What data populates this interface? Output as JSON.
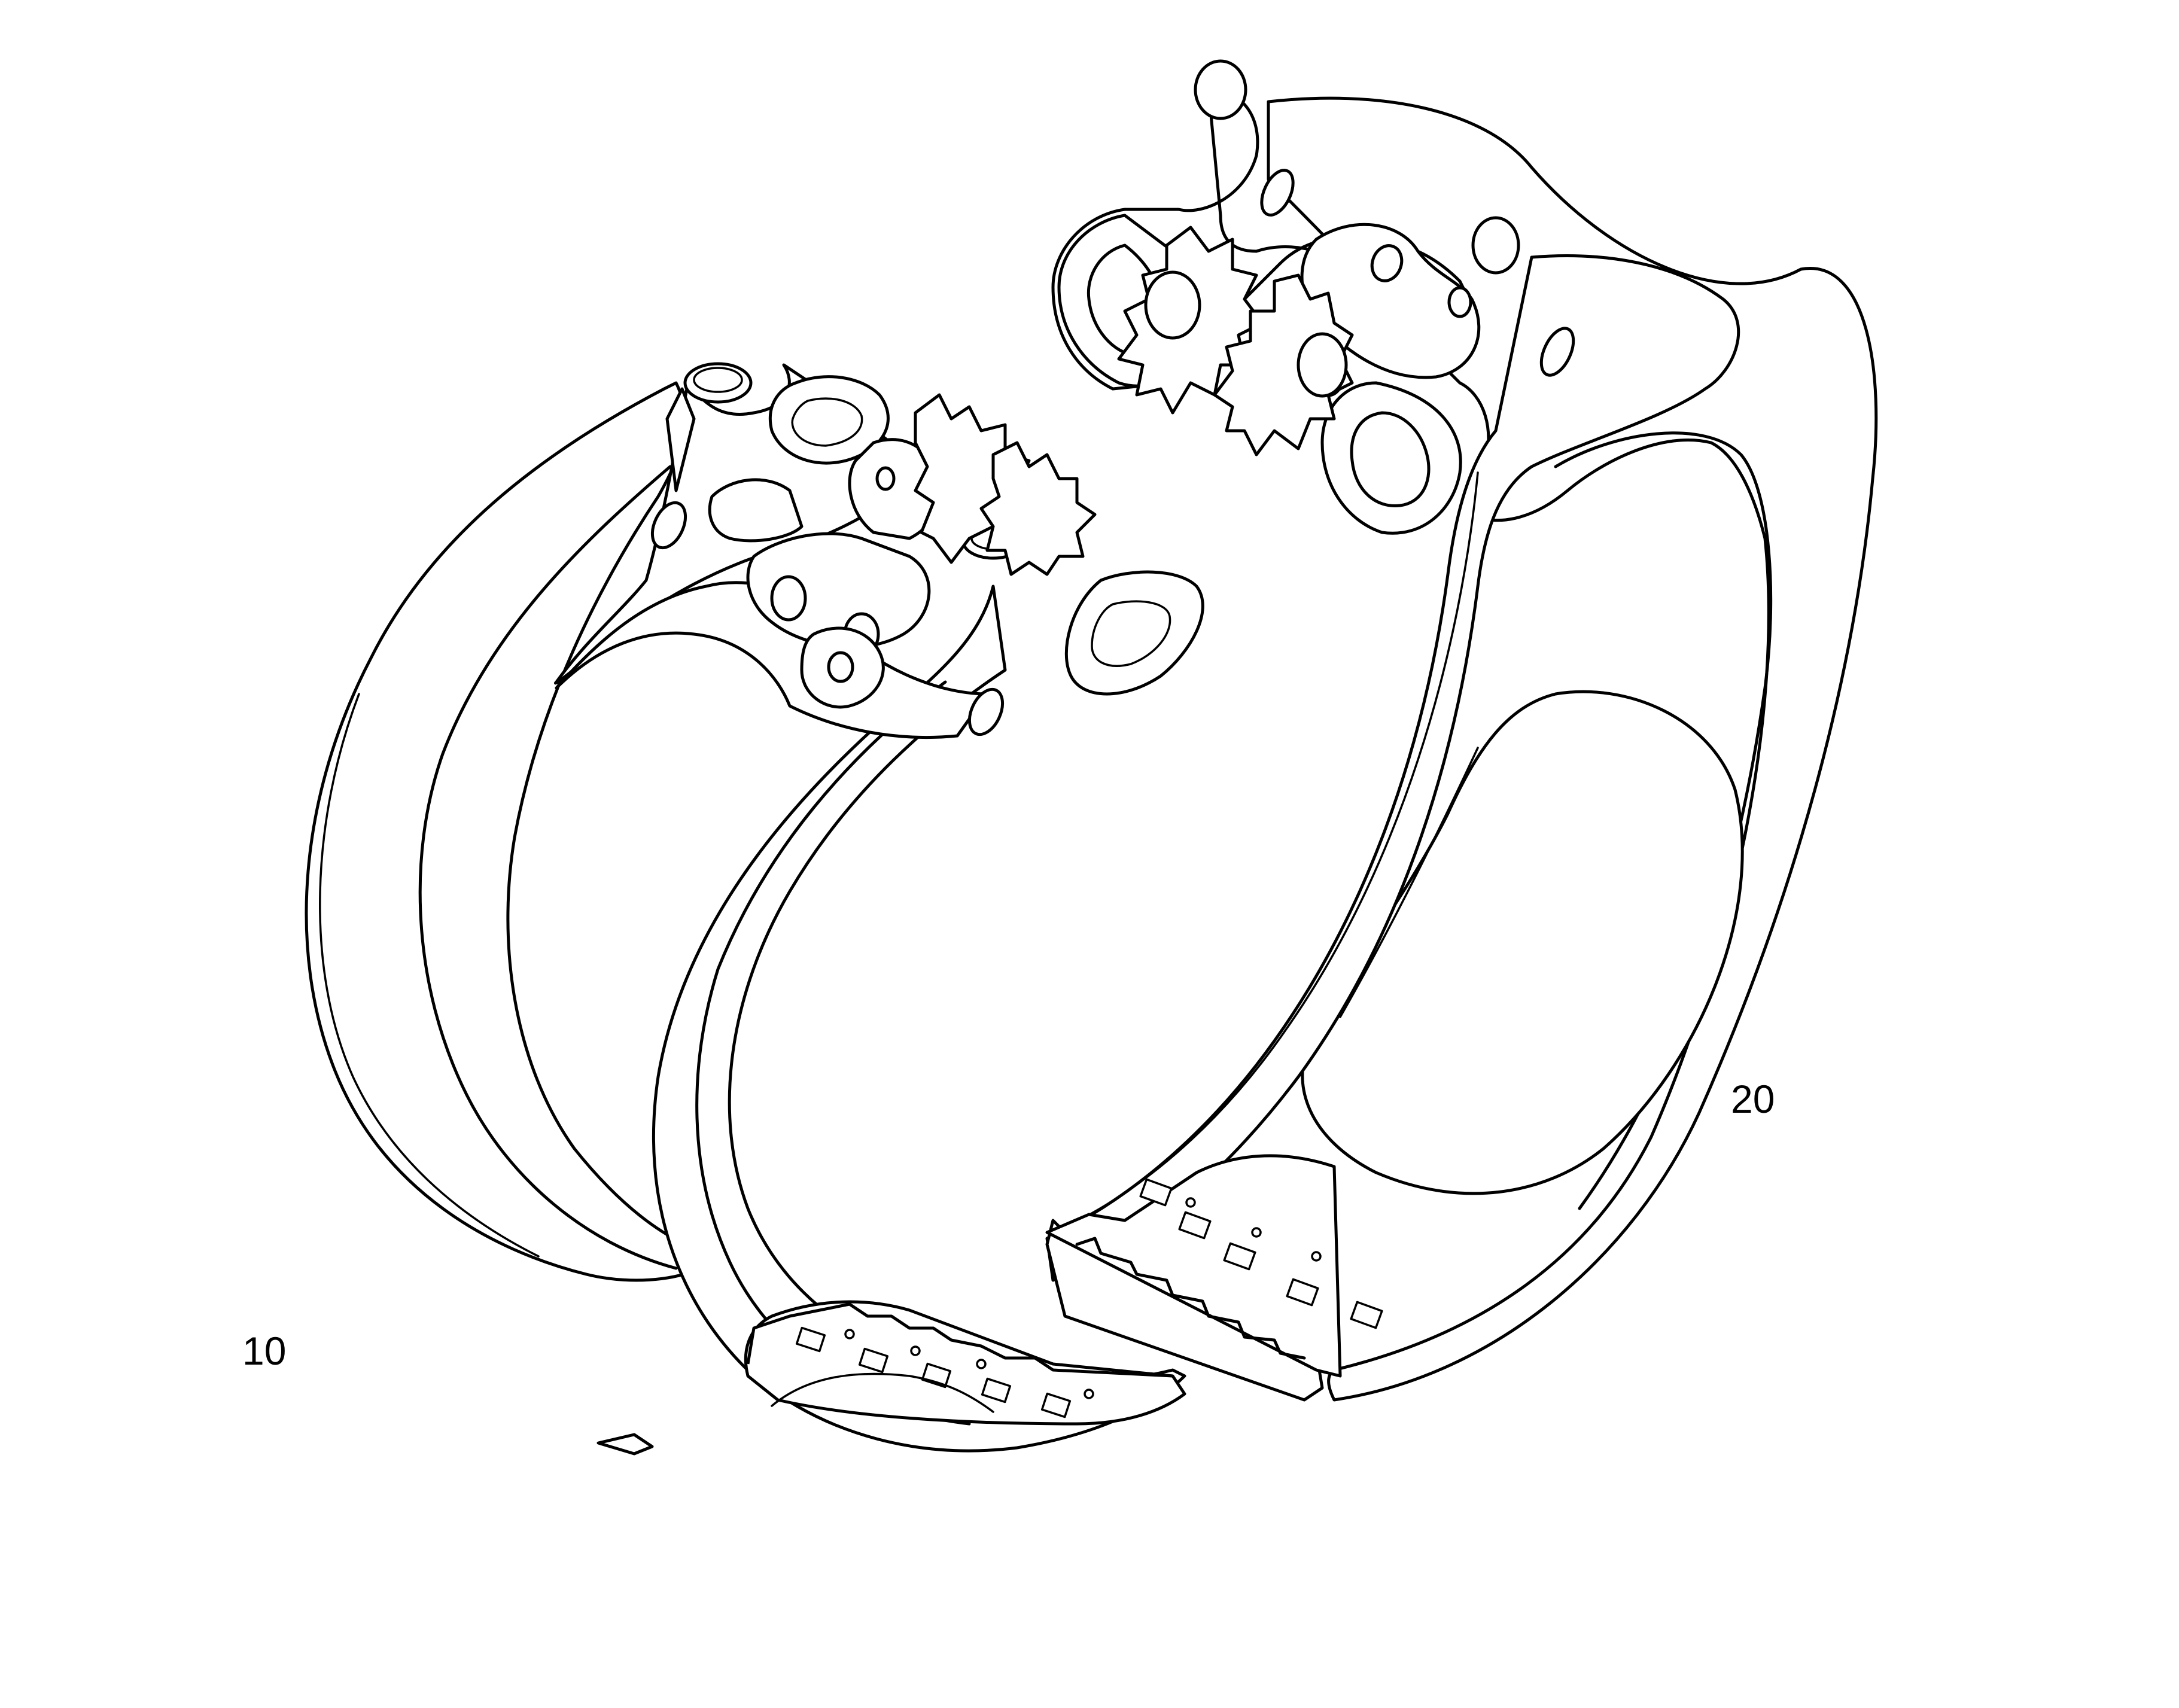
{
  "figure": {
    "reference_numerals": [
      {
        "id": "grapple-jaw-first",
        "text": "10"
      },
      {
        "id": "grapple-jaw-second",
        "text": "20"
      }
    ]
  },
  "colors": {
    "line": "#000000",
    "background": "#ffffff"
  }
}
